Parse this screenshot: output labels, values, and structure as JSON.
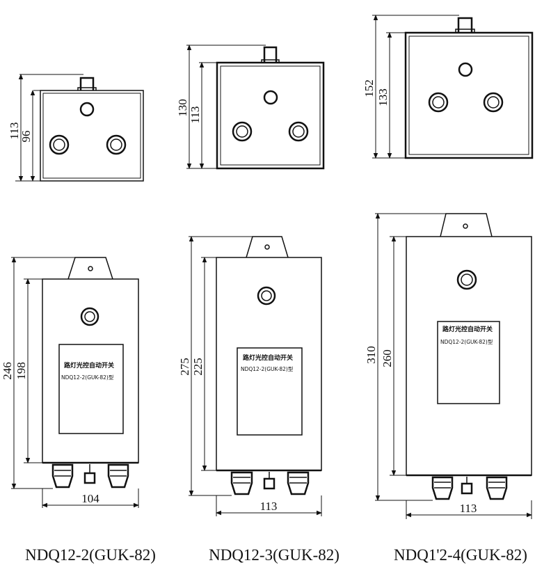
{
  "models": [
    {
      "name": "NDQ12-2(GUK-82)",
      "top_dims": {
        "outer": "113",
        "inner": "96"
      },
      "front_dims": {
        "outer": "246",
        "inner": "198",
        "width": "104"
      },
      "plate_title": "路灯光控自动开关",
      "plate_model": "NDQ12-2(GUK-82)型"
    },
    {
      "name": "NDQ12-3(GUK-82)",
      "top_dims": {
        "outer": "130",
        "inner": "113"
      },
      "front_dims": {
        "outer": "275",
        "inner": "225",
        "width": "113"
      },
      "plate_title": "路灯光控自动开关",
      "plate_model": "NDQ12-2(GUK-82)型"
    },
    {
      "name": "NDQ1'2-4(GUK-82)",
      "top_dims": {
        "outer": "152",
        "inner": "133"
      },
      "front_dims": {
        "outer": "310",
        "inner": "260",
        "width": "113"
      },
      "plate_title": "路灯光控自动开关",
      "plate_model": "NDQ12-2(GUK-82)型"
    }
  ]
}
